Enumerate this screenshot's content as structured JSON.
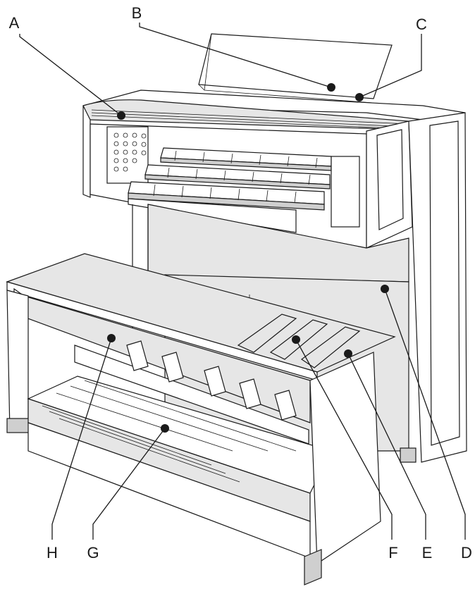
{
  "callouts": [
    {
      "id": "A",
      "label": "A"
    },
    {
      "id": "B",
      "label": "B"
    },
    {
      "id": "C",
      "label": "C"
    },
    {
      "id": "D",
      "label": "D"
    },
    {
      "id": "E",
      "label": "E"
    },
    {
      "id": "F",
      "label": "F"
    },
    {
      "id": "G",
      "label": "G"
    },
    {
      "id": "H",
      "label": "H"
    }
  ]
}
